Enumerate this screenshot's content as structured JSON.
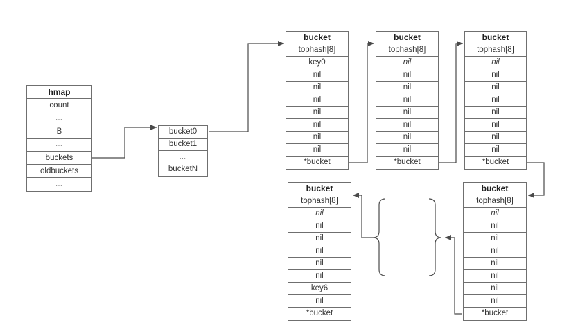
{
  "tables": {
    "hmap": {
      "title": "hmap",
      "rows": [
        "count",
        "...",
        "B",
        "...",
        "buckets",
        "oldbuckets",
        "..."
      ]
    },
    "bucket_array": {
      "rows": [
        "bucket0",
        "bucket1",
        "...",
        "bucketN"
      ]
    },
    "bucket_top_1": {
      "title": "bucket",
      "rows": [
        "tophash[8]",
        "key0",
        "nil",
        "nil",
        "nil",
        "nil",
        "nil",
        "nil",
        "nil",
        "*bucket"
      ]
    },
    "bucket_top_2": {
      "title": "bucket",
      "rows": [
        "tophash[8]",
        "nil",
        "nil",
        "nil",
        "nil",
        "nil",
        "nil",
        "nil",
        "nil",
        "*bucket"
      ]
    },
    "bucket_top_3": {
      "title": "bucket",
      "rows": [
        "tophash[8]",
        "nil",
        "nil",
        "nil",
        "nil",
        "nil",
        "nil",
        "nil",
        "nil",
        "*bucket"
      ]
    },
    "bucket_bottom_left": {
      "title": "bucket",
      "rows": [
        "tophash[8]",
        "nil",
        "nil",
        "nil",
        "nil",
        "nil",
        "nil",
        "key6",
        "nil",
        "*bucket"
      ]
    },
    "bucket_bottom_right": {
      "title": "bucket",
      "rows": [
        "tophash[8]",
        "nil",
        "nil",
        "nil",
        "nil",
        "nil",
        "nil",
        "nil",
        "nil",
        "*bucket"
      ]
    }
  },
  "ellipsis": "...",
  "colors": {
    "border": "#6f6f6f",
    "connector": "#4a4a4a",
    "text": "#333333",
    "background": "#ffffff"
  }
}
